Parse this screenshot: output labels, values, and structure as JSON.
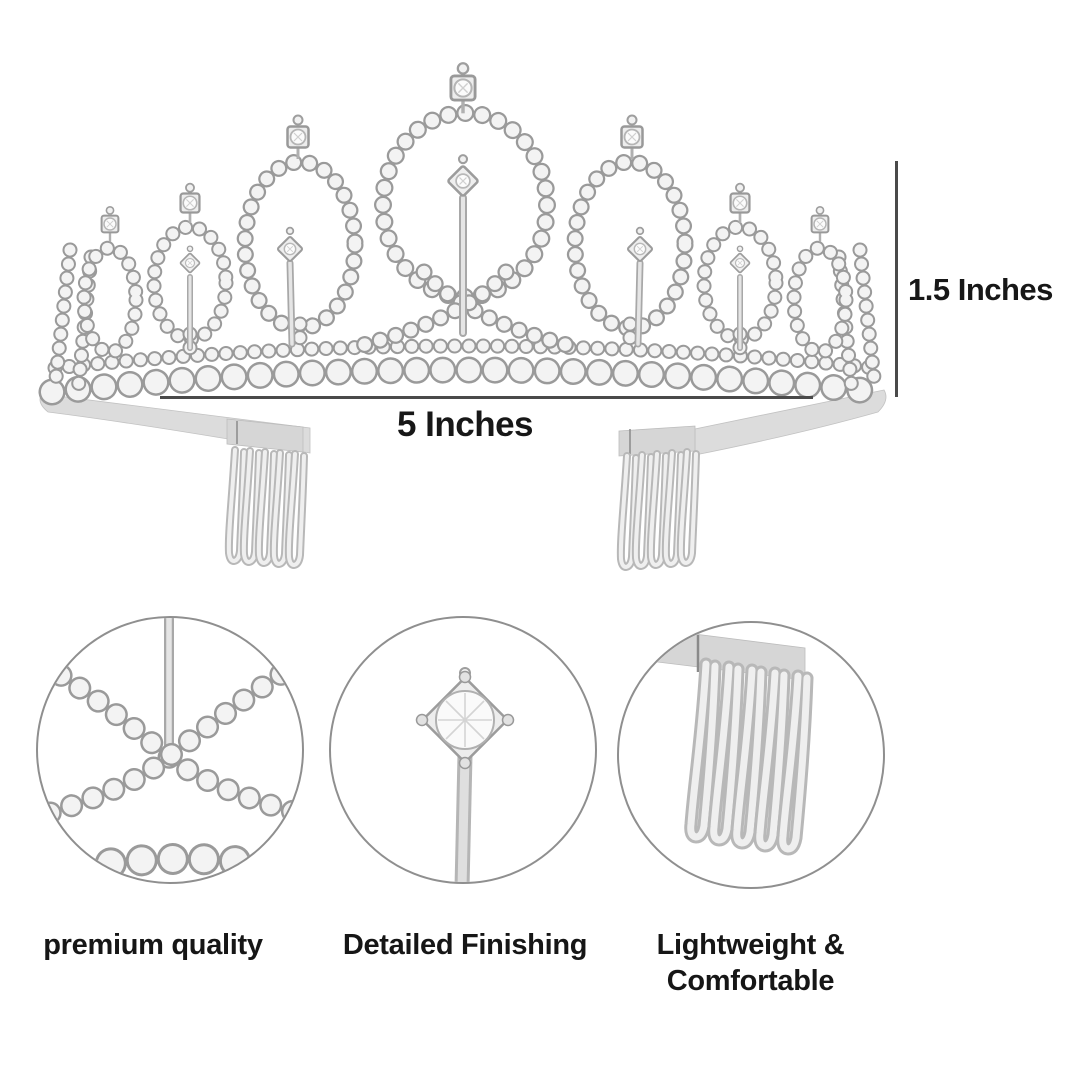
{
  "product": {
    "type": "rhinestone tiara crown with hair combs"
  },
  "dimensions": {
    "width_label": "5 Inches",
    "height_label": "1.5 Inches"
  },
  "features": [
    {
      "label": "premium quality",
      "icon": "rhinestone-crisscross-icon"
    },
    {
      "label": "Detailed Finishing",
      "icon": "crystal-pin-icon"
    },
    {
      "label": "Lightweight & Comfortable",
      "icon": "hair-comb-icon"
    }
  ],
  "colors": {
    "background": "#ffffff",
    "text": "#161616",
    "dimension_line": "#4a4a4a",
    "silver_rim": "#9a9a9a",
    "silver_light": "#f3f3f3",
    "metal_band": "#dcdcdc"
  }
}
